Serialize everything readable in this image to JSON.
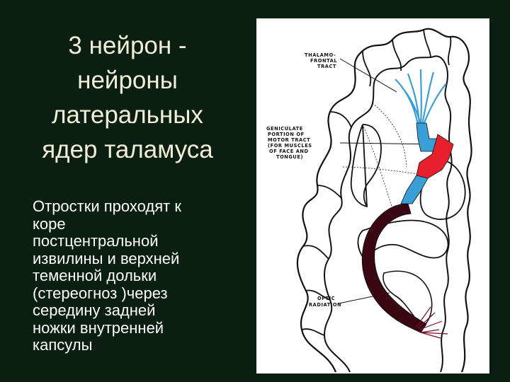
{
  "slide": {
    "title_lines": [
      "3 нейрон -",
      "нейроны",
      "латеральных",
      "ядер таламуса"
    ],
    "body_lines": [
      "Отростки проходят к",
      "коре",
      "постцентральной",
      "извилины и верхней",
      "теменной дольки",
      "(стереогноз )через",
      "середину задней",
      "ножки внутренней",
      "капсулы"
    ]
  },
  "figure": {
    "labels": {
      "thalamo_frontal": [
        "THALAMO-",
        "FRONTAL",
        "TRACT"
      ],
      "geniculate": [
        "GENICULATE",
        "PORTION OF",
        "MOTOR TRACT",
        "(FOR MUSCLES",
        "OF FACE AND",
        "TONGUE)"
      ],
      "optic": [
        "OPTIC",
        "RADIATION"
      ]
    },
    "colors": {
      "background": "#0b1e12",
      "title_text": "#f2eed8",
      "body_text": "#ffffff",
      "thalamo_frontal_tract": "#3a9fd6",
      "motor_tract": "#e8202e",
      "optic_radiation": "#3a0612",
      "outline": "#111111"
    }
  }
}
